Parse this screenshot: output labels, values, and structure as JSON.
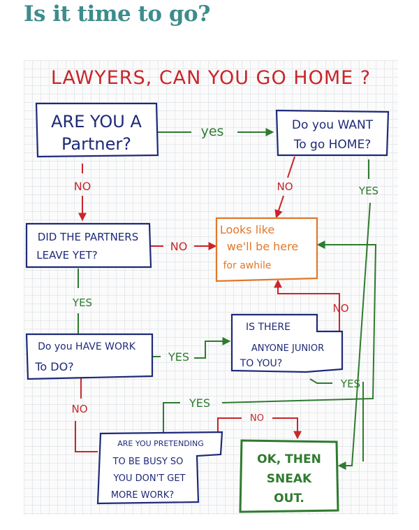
{
  "header": {
    "kicker": "",
    "title": "Is it time to go?"
  },
  "diagram": {
    "title": "LAWYERS, CAN YOU GO HOME ?",
    "nodes": {
      "partner": [
        "ARE YOU A",
        "Partner?"
      ],
      "want_home": [
        "Do you WANT",
        "To go HOME?"
      ],
      "partners_left": [
        "DID THE PARTNERS",
        "LEAVE YET?"
      ],
      "be_here": [
        "Looks like",
        "we'll be here",
        "for awhile"
      ],
      "have_work": [
        "Do you HAVE WORK",
        "To DO?"
      ],
      "junior": [
        "IS THERE",
        "ANYONE JUNIOR",
        "TO YOU?"
      ],
      "pretending": [
        "ARE YOU PRETENDING",
        "TO BE BUSY SO",
        "YOU DON'T GET",
        "MORE WORK?"
      ],
      "sneak_out": [
        "OK, THEN",
        "SNEAK",
        "OUT."
      ]
    },
    "edge_labels": {
      "partner_yes": "yes",
      "partner_no": "NO",
      "want_home_no": "NO",
      "want_home_yes": "YES",
      "partners_left_no": "NO",
      "partners_left_yes": "YES",
      "have_work_yes": "YES",
      "have_work_no": "NO",
      "junior_no": "NO",
      "junior_yes": "YES",
      "pretending_yes": "YES",
      "pretending_no": "NO"
    }
  },
  "colors": {
    "title": "#3d8c8c",
    "red": "#c8262a",
    "navy": "#1e2a78",
    "green": "#2f7a2f",
    "orange": "#e0782a",
    "grid": "#e6e9ec"
  }
}
